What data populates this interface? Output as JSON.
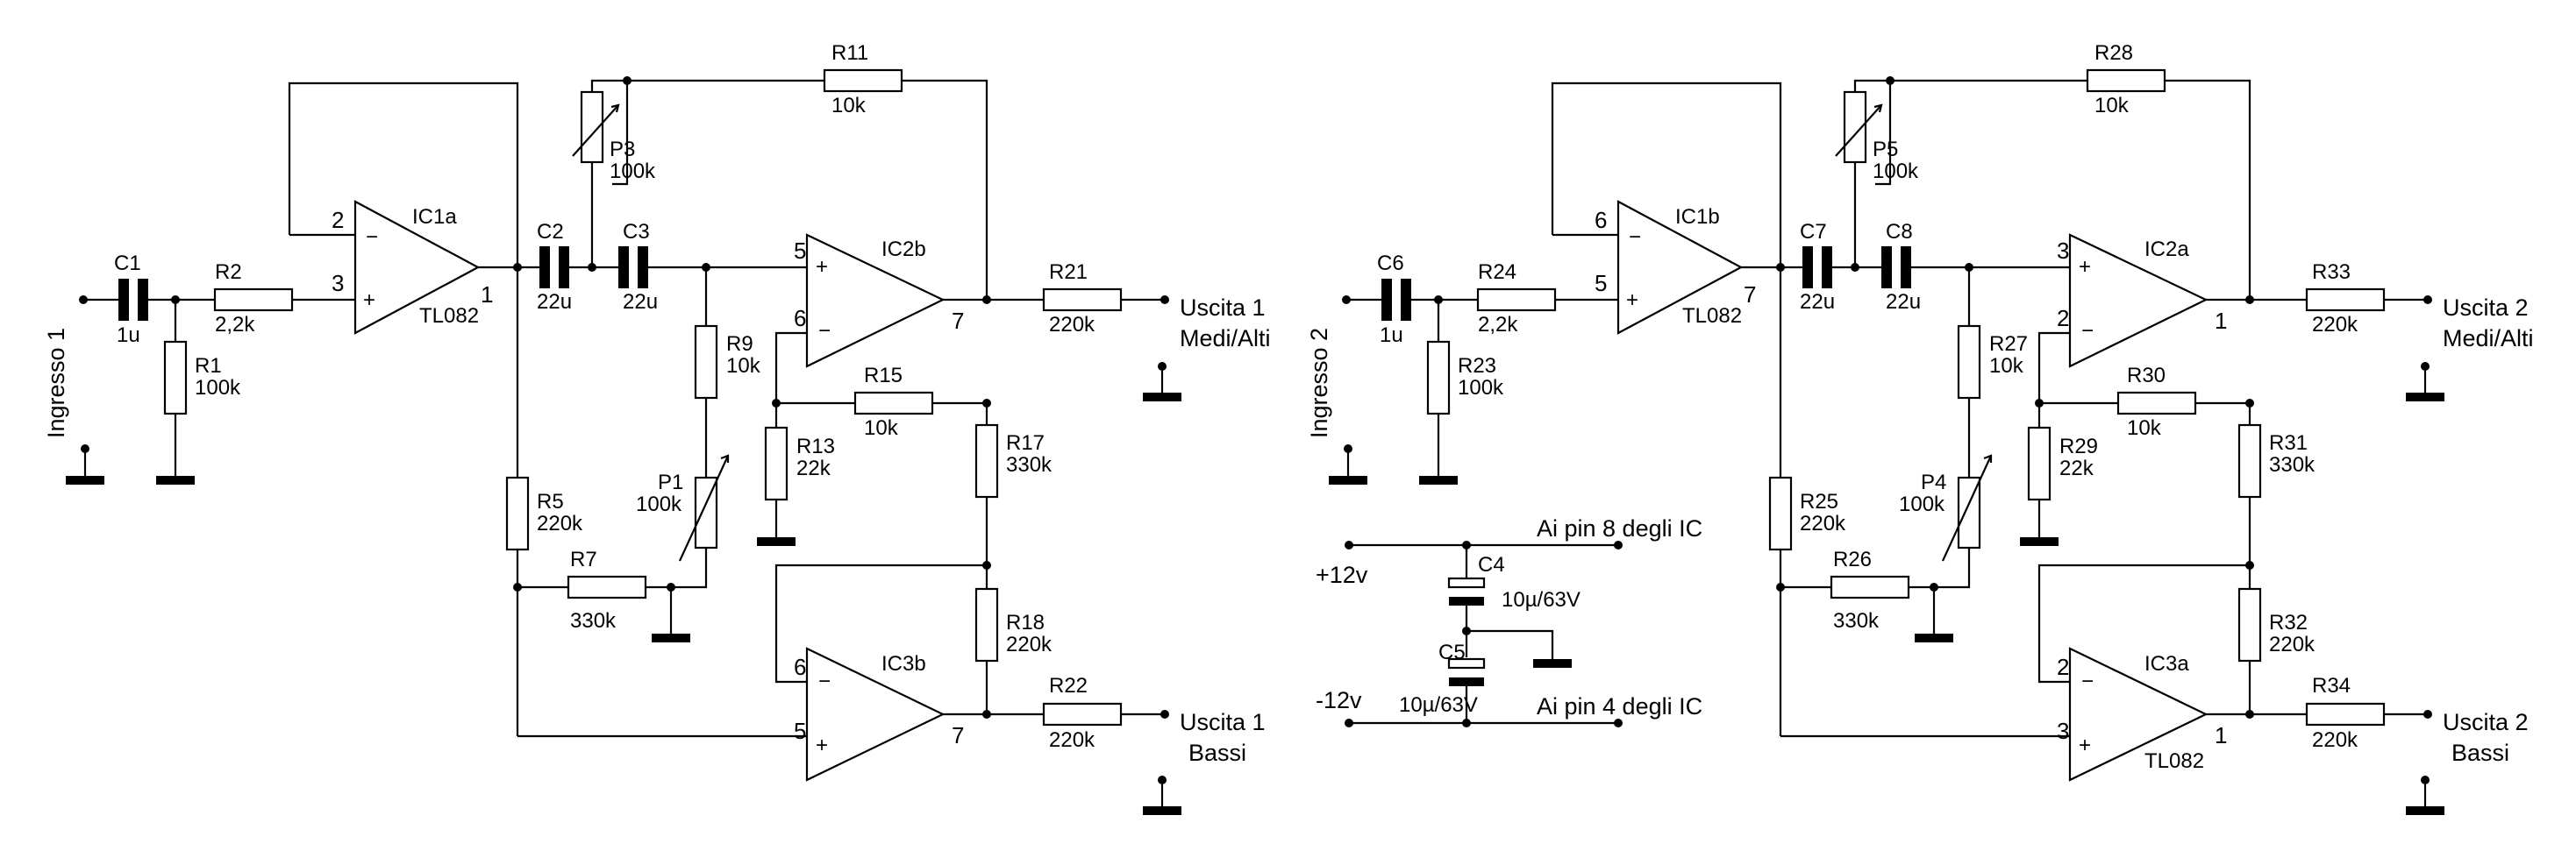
{
  "channel1": {
    "input_label": "Ingresso 1",
    "out_high": {
      "line1": "Uscita 1",
      "line2": "Medi/Alti"
    },
    "out_bass": {
      "line1": "Uscita 1",
      "line2": "Bassi"
    },
    "opamp_a": {
      "name": "IC1a",
      "part": "TL082",
      "pin_inv": "2",
      "pin_noninv": "3",
      "pin_out": "1"
    },
    "opamp_b": {
      "name": "IC2b",
      "part": "",
      "pin_noninv": "5",
      "pin_inv": "6",
      "pin_out": "7"
    },
    "opamp_c": {
      "name": "IC3b",
      "part": "",
      "pin_inv": "6",
      "pin_noninv": "5",
      "pin_out": "7"
    },
    "c_in": {
      "name": "C1",
      "value": "1u"
    },
    "r_in": {
      "name": "R2",
      "value": "2,2k"
    },
    "r_gnd": {
      "name": "R1",
      "value": "100k"
    },
    "c_a": {
      "name": "C2",
      "value": "22u"
    },
    "c_b": {
      "name": "C3",
      "value": "22u"
    },
    "pot_top": {
      "name": "P3",
      "value": "100k"
    },
    "r_fb": {
      "name": "R11",
      "value": "10k"
    },
    "r_mid": {
      "name": "R9",
      "value": "10k"
    },
    "pot_mid": {
      "name": "P1",
      "value": "100k"
    },
    "r_low": {
      "name": "R5",
      "value": "220k"
    },
    "r_link": {
      "name": "R7",
      "value": "330k"
    },
    "r_inv": {
      "name": "R13",
      "value": "22k"
    },
    "r_fb2": {
      "name": "R15",
      "value": "10k"
    },
    "r_div1": {
      "name": "R17",
      "value": "330k"
    },
    "r_div2": {
      "name": "R18",
      "value": "220k"
    },
    "r_out_high": {
      "name": "R21",
      "value": "220k"
    },
    "r_out_bass": {
      "name": "R22",
      "value": "220k"
    }
  },
  "channel2": {
    "input_label": "Ingresso 2",
    "out_high": {
      "line1": "Uscita 2",
      "line2": "Medi/Alti"
    },
    "out_bass": {
      "line1": "Uscita 2",
      "line2": "Bassi"
    },
    "opamp_a": {
      "name": "IC1b",
      "part": "TL082",
      "pin_inv": "6",
      "pin_noninv": "5",
      "pin_out": "7"
    },
    "opamp_b": {
      "name": "IC2a",
      "part": "",
      "pin_noninv": "3",
      "pin_inv": "2",
      "pin_out": "1"
    },
    "opamp_c": {
      "name": "IC3a",
      "part": "TL082",
      "pin_inv": "2",
      "pin_noninv": "3",
      "pin_out": "1"
    },
    "c_in": {
      "name": "C6",
      "value": "1u"
    },
    "r_in": {
      "name": "R24",
      "value": "2,2k"
    },
    "r_gnd": {
      "name": "R23",
      "value": "100k"
    },
    "c_a": {
      "name": "C7",
      "value": "22u"
    },
    "c_b": {
      "name": "C8",
      "value": "22u"
    },
    "pot_top": {
      "name": "P5",
      "value": "100k"
    },
    "r_fb": {
      "name": "R28",
      "value": "10k"
    },
    "r_mid": {
      "name": "R27",
      "value": "10k"
    },
    "pot_mid": {
      "name": "P4",
      "value": "100k"
    },
    "r_low": {
      "name": "R25",
      "value": "220k"
    },
    "r_link": {
      "name": "R26",
      "value": "330k"
    },
    "r_inv": {
      "name": "R29",
      "value": "22k"
    },
    "r_fb2": {
      "name": "R30",
      "value": "10k"
    },
    "r_div1": {
      "name": "R31",
      "value": "330k"
    },
    "r_div2": {
      "name": "R32",
      "value": "220k"
    },
    "r_out_high": {
      "name": "R33",
      "value": "220k"
    },
    "r_out_bass": {
      "name": "R34",
      "value": "220k"
    }
  },
  "power": {
    "pos_label": "+12v",
    "neg_label": "-12v",
    "pos_note": "Ai pin 8 degli IC",
    "neg_note": "Ai pin 4 degli IC",
    "cap_pos": {
      "name": "C4",
      "value": "10µ/63V"
    },
    "cap_neg": {
      "name": "C5",
      "value": "10µ/63V"
    }
  }
}
